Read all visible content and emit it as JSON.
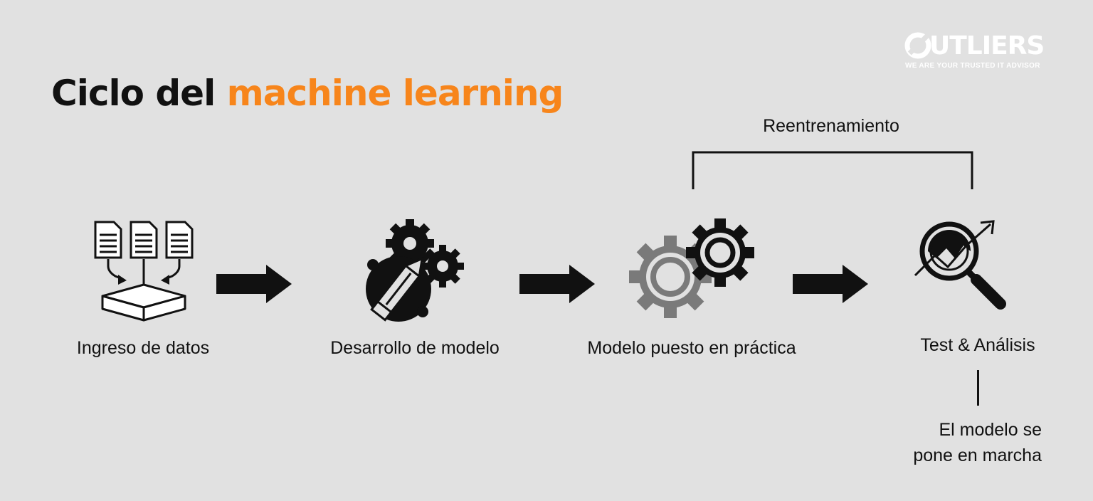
{
  "title": {
    "prefix": "Ciclo del",
    "highlight": "machine learning"
  },
  "logo": {
    "word": "UTLIERS",
    "tagline": "WE ARE YOUR TRUSTED IT ADVISOR"
  },
  "steps": [
    {
      "label": "Ingreso de datos",
      "icon": "documents-into-tray-icon"
    },
    {
      "label": "Desarrollo de modelo",
      "icon": "gears-pencil-icon"
    },
    {
      "label": "Modelo puesto en práctica",
      "icon": "gears-icon"
    },
    {
      "label": "Test & Análisis",
      "icon": "magnifier-chart-icon"
    }
  ],
  "retraining_label": "Reentrenamiento",
  "note": {
    "line1": "El modelo se",
    "line2": "pone en marcha"
  },
  "colors": {
    "background": "#e1e1e1",
    "accent": "#f7851b",
    "ink": "#111111",
    "gear_gray": "#7a7a7a"
  }
}
